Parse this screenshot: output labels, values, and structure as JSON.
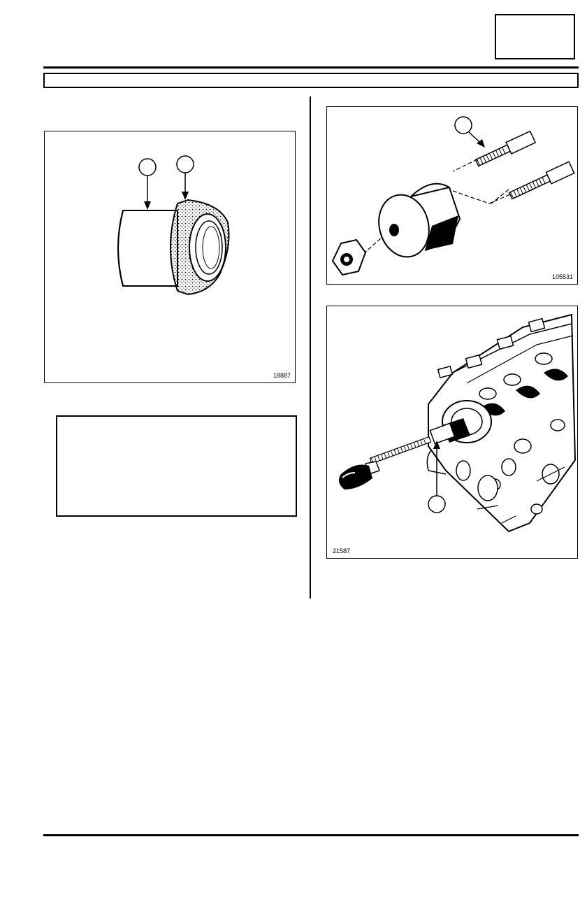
{
  "header": {
    "corner_box_label": "",
    "title": ""
  },
  "figures": [
    {
      "id": "seal-ring",
      "ref": "18887",
      "callouts": [
        "",
        ""
      ]
    },
    {
      "id": "mandrel-kit",
      "ref": "105531",
      "callouts": [
        ""
      ]
    },
    {
      "id": "cylinder-head",
      "ref": "21587",
      "callouts": [
        ""
      ]
    }
  ],
  "note": {
    "text": ""
  }
}
